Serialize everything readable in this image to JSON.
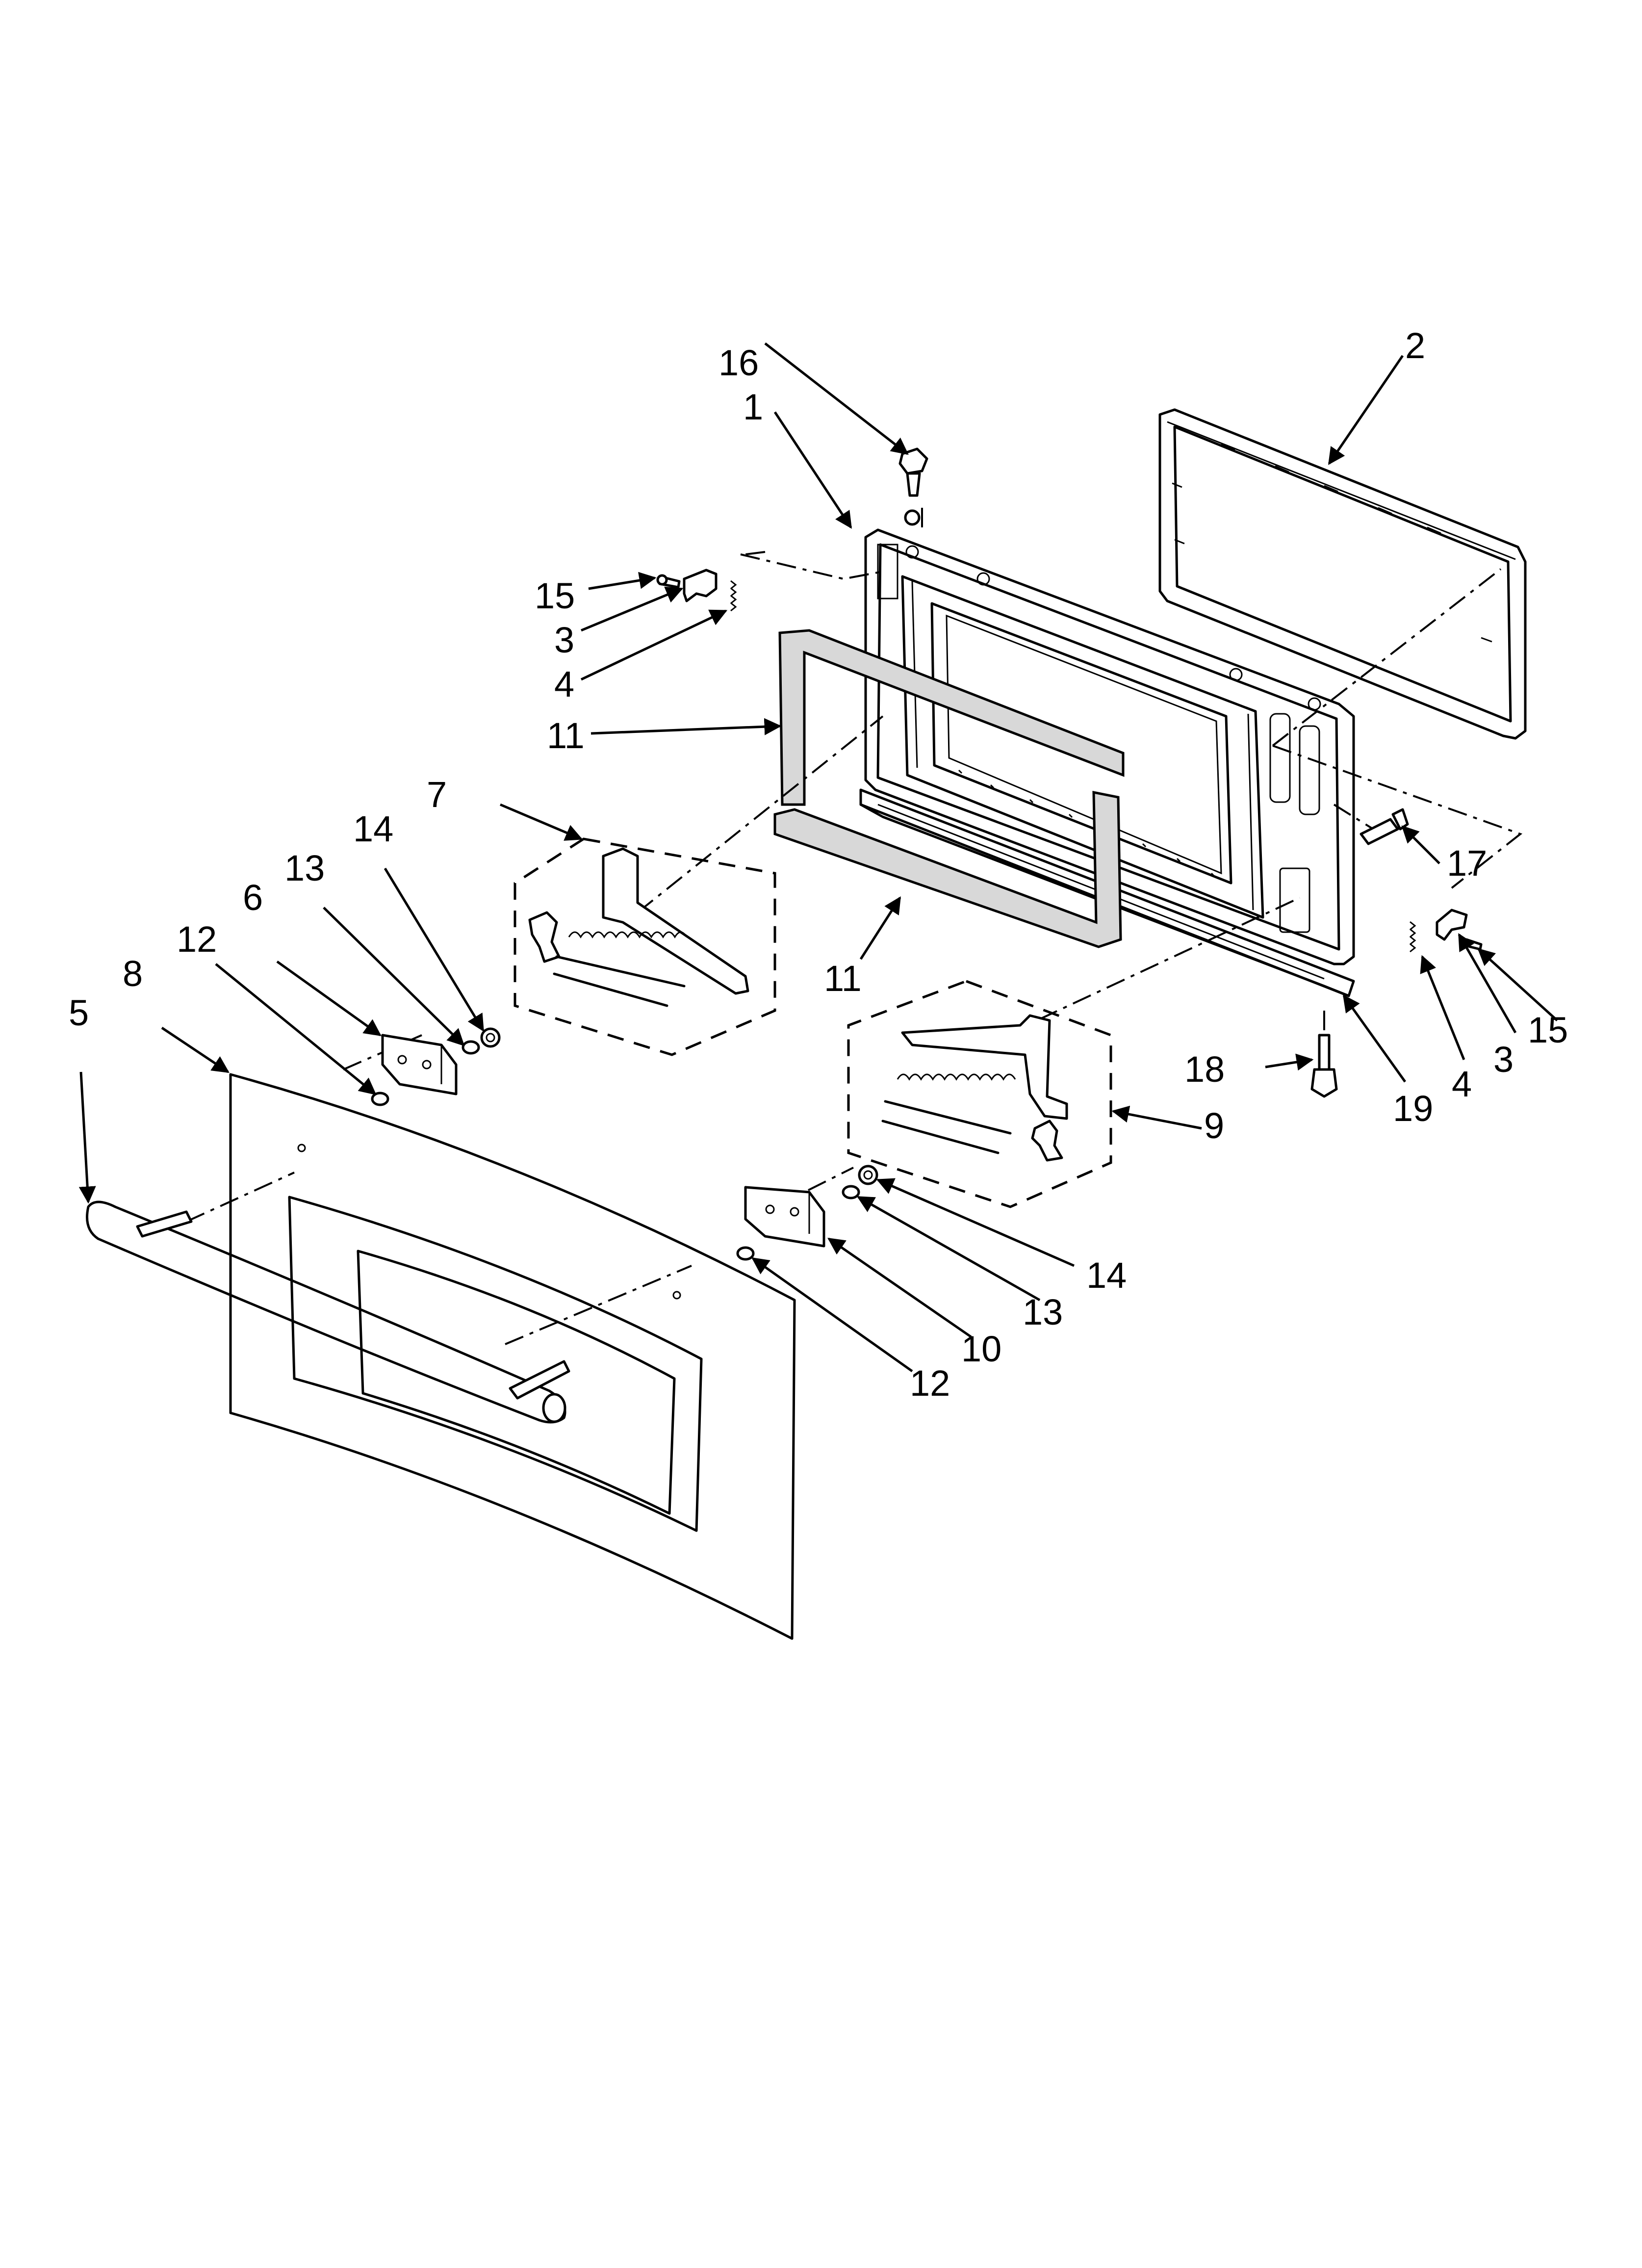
{
  "callouts": [
    "1",
    "2",
    "3",
    "4",
    "5",
    "6",
    "7",
    "8",
    "9",
    "10",
    "11",
    "12",
    "13",
    "14",
    "15",
    "16",
    "17",
    "18",
    "19"
  ],
  "labels": {
    "c16": "16",
    "c1": "1",
    "c2": "2",
    "c15a": "15",
    "c3a": "3",
    "c4a": "4",
    "c11a": "11",
    "c7": "7",
    "c14a": "14",
    "c13a": "13",
    "c6": "6",
    "c12a": "12",
    "c5": "5",
    "c8": "8",
    "c11b": "11",
    "c17": "17",
    "c4b": "4",
    "c3b": "3",
    "c15b": "15",
    "c18": "18",
    "c19": "19",
    "c9": "9",
    "c14b": "14",
    "c13b": "13",
    "c10": "10",
    "c12b": "12"
  }
}
